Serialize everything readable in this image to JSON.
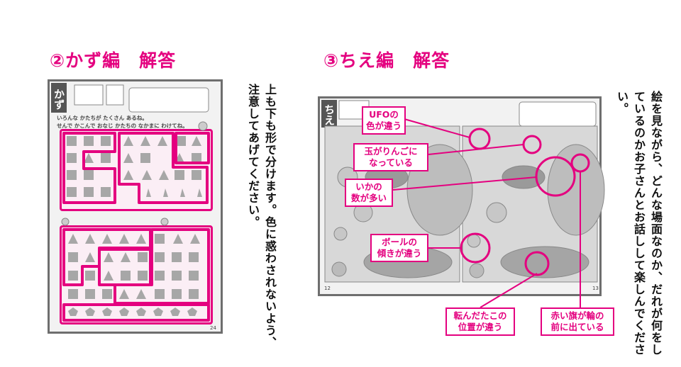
{
  "left": {
    "heading": "②かず編　解答",
    "note": "上も下も形で分けます。色に惑わされないよう、注意してあげてください。",
    "page": {
      "tag": "かず",
      "instruction_line1": "いろんな かたちが たくさん あるね。",
      "instruction_line2": "せんで かこんで おなじ かたちの なかまに わけてね。",
      "page_number": "24"
    }
  },
  "right": {
    "heading": "③ちえ編　解答",
    "note": "絵を見ながら、どんな場面なのか、だれが何をしているのかお子さんとお話しして楽しんでください。",
    "page": {
      "tag": "ちえ",
      "page_number_left": "12",
      "page_number_right": "13"
    },
    "callouts": [
      {
        "line1": "UFOの",
        "line2": "色が違う"
      },
      {
        "line1": "玉がりんごに",
        "line2": "なっている"
      },
      {
        "line1": "いかの",
        "line2": "数が多い"
      },
      {
        "line1": "ボールの",
        "line2": "傾きが違う"
      },
      {
        "line1": "転んだたこの",
        "line2": "位置が違う"
      },
      {
        "line1": "赤い旗が輪の",
        "line2": "前に出ている"
      }
    ]
  },
  "colors": {
    "accent": "#e4007f",
    "frame": "#6e6e6e"
  }
}
